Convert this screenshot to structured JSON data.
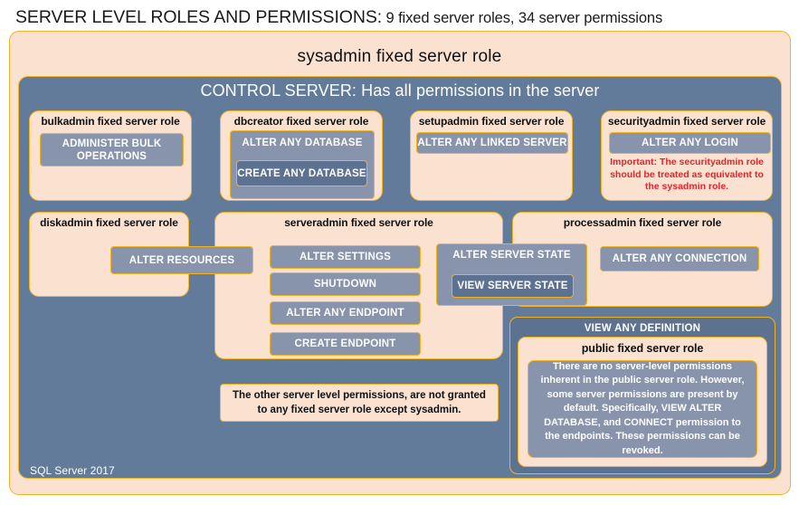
{
  "heading": {
    "main": "SERVER LEVEL ROLES AND PERMISSIONS:",
    "sub": "9 fixed server roles, 34 server permissions"
  },
  "outer": {
    "sysadmin_label": "sysadmin  fixed  server  role",
    "control_server_label": "CONTROL SERVER: Has all permissions in the server",
    "sql_version": "SQL Server 2017"
  },
  "roles": {
    "bulkadmin": {
      "title": "bulkadmin  fixed server role",
      "permissions": [
        "ADMINISTER  BULK OPERATIONS"
      ]
    },
    "dbcreator": {
      "title": "dbcreator fixed server role",
      "permissions": [
        "ALTER ANY DATABASE",
        "CREATE  ANY DATABASE"
      ]
    },
    "setupadmin": {
      "title": "setupadmin fixed server role",
      "permissions": [
        "ALTER ANY LINKED SERVER"
      ]
    },
    "securityadmin": {
      "title": "securityadmin  fixed server role",
      "permissions": [
        "ALTER ANY LOGIN"
      ],
      "warning": "Important:  The securityadmin role should  be treated as equivalent to the sysadmin role."
    },
    "diskadmin": {
      "title": "diskadmin  fixed server role",
      "permissions": [
        "ALTER RESOURCES"
      ]
    },
    "serveradmin": {
      "title": "serveradmin fixed server role",
      "permissions": [
        "ALTER SETTINGS",
        "SHUTDOWN",
        "ALTER ANY ENDPOINT",
        "CREATE  ENDPOINT",
        "ALTER SERVER  STATE",
        "VIEW SERVER  STATE"
      ]
    },
    "processadmin": {
      "title": "processadmin fixed server role",
      "permissions": [
        "ALTER ANY CONNECTION"
      ]
    },
    "public": {
      "view_any_definition": "VIEW ANY DEFINITION",
      "title": "public  fixed server role",
      "description": "There are no server-level permissions inherent in the public server role. However, some server permissions are present by default. Specifically, VIEW ALTER DATABASE, and CONNECT permission to the endpoints. These permissions can be revoked."
    }
  },
  "notes": {
    "other_permissions": "The other server level permissions,  are not granted to any fixed server role except sysadmin."
  },
  "colors": {
    "peach": "#fae1d0",
    "gold_border": "#f0b323",
    "navy": "#637b9b",
    "permission": "#8794ab",
    "permission_dark": "#5d7291",
    "warning_red": "#e8212b"
  }
}
